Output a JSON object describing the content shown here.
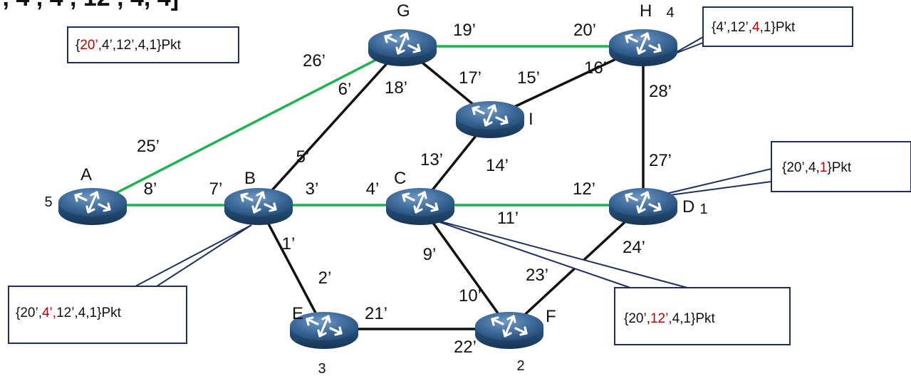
{
  "title_fragment": "’, 4’, 4’, 12’, 4, 4]",
  "colors": {
    "green_link": "#1db34f",
    "black_link": "#111111",
    "highlight": "#c00000",
    "callout_border": "#1f2f5e",
    "router_body": "#2d5a86"
  },
  "icon": "router-icon",
  "nodes": [
    {
      "id": "A",
      "name": "A",
      "number": "5"
    },
    {
      "id": "B",
      "name": "B",
      "number": ""
    },
    {
      "id": "C",
      "name": "C",
      "number": ""
    },
    {
      "id": "D",
      "name": "D",
      "number": "1"
    },
    {
      "id": "E",
      "name": "E",
      "number": "3"
    },
    {
      "id": "F",
      "name": "F",
      "number": "2"
    },
    {
      "id": "G",
      "name": "G",
      "number": ""
    },
    {
      "id": "H",
      "name": "H",
      "number": "4"
    },
    {
      "id": "I",
      "name": "I",
      "number": ""
    }
  ],
  "links": [
    {
      "from": "A",
      "to": "B",
      "color": "green",
      "ports": [
        "8’",
        "7’"
      ]
    },
    {
      "from": "B",
      "to": "C",
      "color": "green",
      "ports": [
        "3’",
        "4’"
      ]
    },
    {
      "from": "C",
      "to": "D",
      "color": "green",
      "ports": [
        "11’",
        "12’"
      ]
    },
    {
      "from": "A",
      "to": "G",
      "color": "green",
      "ports": [
        "25’",
        "26’"
      ]
    },
    {
      "from": "G",
      "to": "H",
      "color": "green",
      "ports": [
        "19’",
        "20’"
      ]
    },
    {
      "from": "B",
      "to": "G",
      "color": "black",
      "ports": [
        "5’",
        "6’"
      ]
    },
    {
      "from": "G",
      "to": "I",
      "color": "black",
      "ports": [
        "18’",
        "17’"
      ]
    },
    {
      "from": "I",
      "to": "H",
      "color": "black",
      "ports": [
        "15’",
        "16’"
      ]
    },
    {
      "from": "H",
      "to": "D",
      "color": "black",
      "ports": [
        "28’",
        "27’"
      ]
    },
    {
      "from": "C",
      "to": "I",
      "color": "black",
      "ports": [
        "13’",
        "14’"
      ]
    },
    {
      "from": "B",
      "to": "E",
      "color": "black",
      "ports": [
        "1’",
        "2’"
      ]
    },
    {
      "from": "E",
      "to": "F",
      "color": "black",
      "ports": [
        "21’",
        "22’"
      ]
    },
    {
      "from": "C",
      "to": "F",
      "color": "black",
      "ports": [
        "9’",
        "10’"
      ]
    },
    {
      "from": "D",
      "to": "F",
      "color": "black",
      "ports": [
        "24’",
        "23’"
      ]
    }
  ],
  "callouts": [
    {
      "id": "G",
      "parts": [
        {
          "t": "{",
          "hl": false
        },
        {
          "t": "20’,",
          "hl": true
        },
        {
          "t": "4’,12’,4,1}Pkt",
          "hl": false
        }
      ]
    },
    {
      "id": "H",
      "parts": [
        {
          "t": "{4’,12’,",
          "hl": false
        },
        {
          "t": "4",
          "hl": true
        },
        {
          "t": ",1}Pkt",
          "hl": false
        }
      ]
    },
    {
      "id": "D",
      "parts": [
        {
          "t": "{20’,4,",
          "hl": false
        },
        {
          "t": "1",
          "hl": true
        },
        {
          "t": "}Pkt",
          "hl": false
        }
      ]
    },
    {
      "id": "B",
      "parts": [
        {
          "t": "{20’,",
          "hl": false
        },
        {
          "t": "4’,",
          "hl": true
        },
        {
          "t": "12’,4,1}Pkt",
          "hl": false
        }
      ]
    },
    {
      "id": "C",
      "parts": [
        {
          "t": "{20’,",
          "hl": false
        },
        {
          "t": "12’,",
          "hl": true
        },
        {
          "t": "4,1}Pkt",
          "hl": false
        }
      ]
    }
  ]
}
